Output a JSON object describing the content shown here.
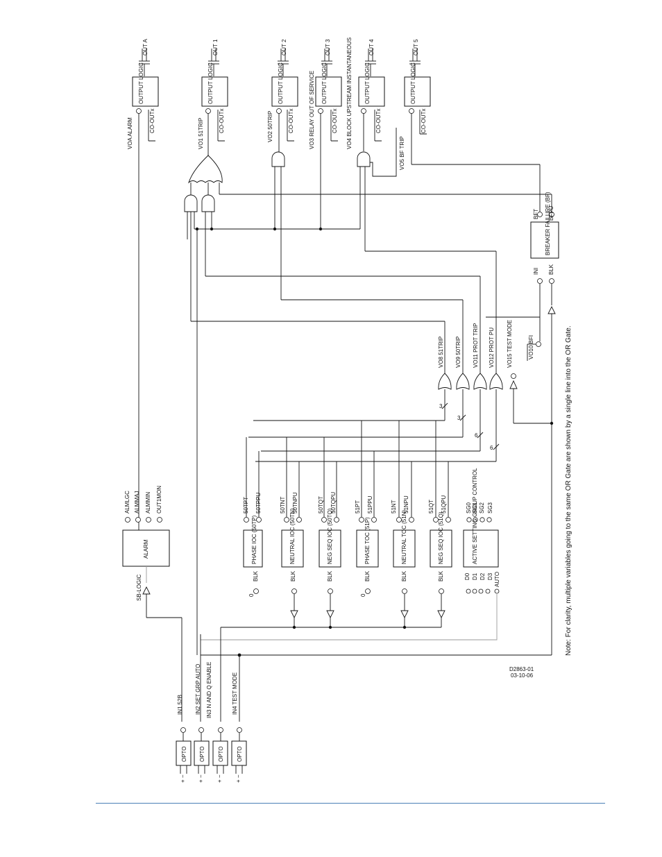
{
  "outputs": [
    {
      "id": "a",
      "out": "OUT A",
      "logic": "OUTPUT LOGIC",
      "co": "CO-OUTx",
      "vo": "VOA ALARM"
    },
    {
      "id": "1",
      "out": "OUT 1",
      "logic": "OUTPUT LOGIC",
      "co": "CO-OUTx",
      "vo": "VO1 51TRIP"
    },
    {
      "id": "2",
      "out": "OUT 2",
      "logic": "OUTPUT LOGIC",
      "co": "CO-OUTx",
      "vo": "VO2 50TRIP"
    },
    {
      "id": "3",
      "out": "OUT 3",
      "logic": "OUTPUT LOGIC",
      "co": "CO-OUTx",
      "vo": "VO3 RELAY OUT OF SERVICE"
    },
    {
      "id": "4",
      "out": "OUT 4",
      "logic": "OUTPUT LOGIC",
      "co": "CO-OUTx",
      "vo": "VO4 BLOCK UPSTREAM INSTANTANEOUS"
    },
    {
      "id": "5",
      "out": "OUT 5",
      "logic": "OUTPUT LOGIC",
      "co": "CO-OUTx",
      "vo": "VO5 BF TRIP"
    }
  ],
  "virtual_outputs": {
    "vo8": "VO8 51TRIP",
    "vo9": "VO9 50TRIP",
    "vo11": "VO11 PROT TRIP",
    "vo12": "VO12 PROT PU",
    "vo15": "VO15 TEST MODE",
    "vo10": "VO10 BFI"
  },
  "bus_counts": [
    "3",
    "3",
    "6",
    "6"
  ],
  "breaker_failure": {
    "name": "BREAKER FAILURE (BF)",
    "ini": "INI",
    "blk": "BLK",
    "bft": "BFT",
    "bfpu": "BFPU"
  },
  "alarm": {
    "name": "ALARM",
    "sb": "SB-LOGIC",
    "outputs": [
      "ALMLGC",
      "ALMMAJ",
      "ALMMIN",
      "OUT1MON"
    ]
  },
  "blocks": [
    {
      "id": "50p",
      "name": "PHASE IOC (50TP)",
      "o1": "50TPT",
      "o2": "50TPPU",
      "blk": "BLK",
      "zero": "0"
    },
    {
      "id": "50n",
      "name": "NEUTRAL IOC (50TN)",
      "o1": "50TNT",
      "o2": "50TNPU",
      "blk": "BLK",
      "zero": ""
    },
    {
      "id": "50q",
      "name": "NEG SEQ IOC (50TQ)",
      "o1": "50TQT",
      "o2": "50TQPU",
      "blk": "BLK",
      "zero": ""
    },
    {
      "id": "51p",
      "name": "PHASE TOC (51P)",
      "o1": "51PT",
      "o2": "51PPU",
      "blk": "BLK",
      "zero": "0"
    },
    {
      "id": "51n",
      "name": "NEUTRAL TOC (51N)",
      "o1": "51NT",
      "o2": "51NPU",
      "blk": "BLK",
      "zero": ""
    },
    {
      "id": "51q",
      "name": "NEG SEQ IOC (51Q)",
      "o1": "51QT",
      "o2": "51QPU",
      "blk": "BLK",
      "zero": ""
    }
  ],
  "setting_group": {
    "name": "ACTIVE SETTING GROUP CONTROL",
    "outputs": [
      "SG0",
      "SG1",
      "SG2",
      "SG3"
    ],
    "inputs": [
      "D0",
      "D1",
      "D2",
      "D3",
      "AUTO"
    ]
  },
  "inputs": [
    {
      "id": "in1",
      "opto": "OPTO",
      "label": "IN1  52B"
    },
    {
      "id": "in2",
      "opto": "OPTO",
      "label": "IN2 SET GRP AUTO"
    },
    {
      "id": "in3",
      "opto": "OPTO",
      "label": "IN3 N AND Q ENABLE"
    },
    {
      "id": "in4",
      "opto": "OPTO",
      "label": "IN4 TEST  MODE"
    }
  ],
  "opto_terminals": "+ −",
  "note": "Note: For clarity, multiple variables going to the same OR Gate are shown by a single line into the OR Gate.",
  "drawing_no": "D2863-01",
  "drawing_date": "03-10-06"
}
